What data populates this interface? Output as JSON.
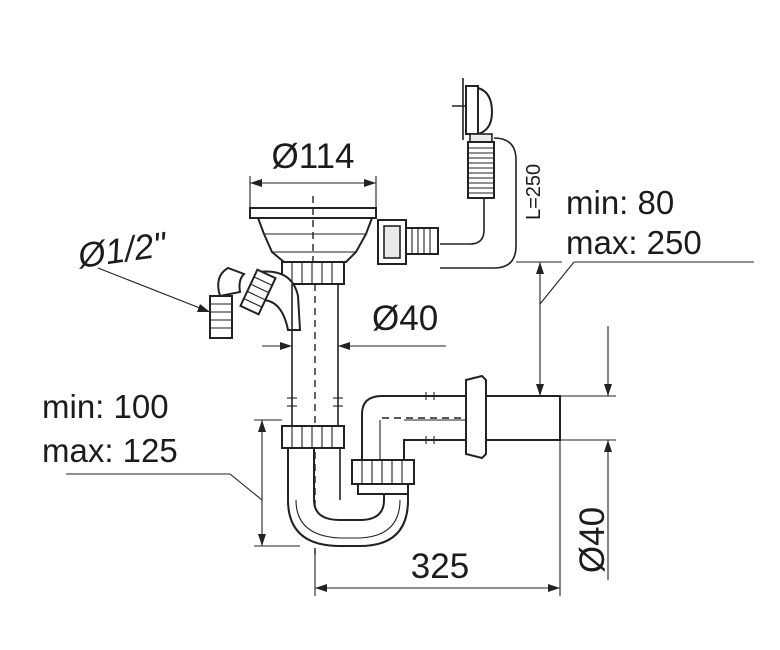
{
  "dimensions": {
    "strainer_diameter": "Ø114",
    "inlet_thread": "Ø1/2\"",
    "tailpipe_diameter": "Ø40",
    "hose_length": "L=250",
    "overflow_height_min": "min: 80",
    "overflow_height_max": "max: 250",
    "trap_height_min": "min: 100",
    "trap_height_max": "max: 125",
    "trap_width": "325",
    "outlet_diameter": "Ø40"
  }
}
